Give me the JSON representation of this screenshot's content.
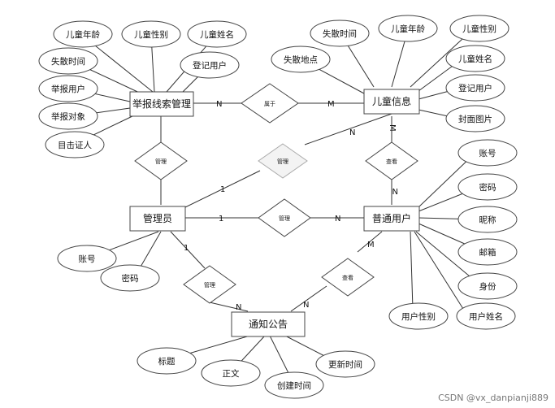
{
  "entities": {
    "report_clue": "举报线索管理",
    "child_info": "儿童信息",
    "admin": "管理员",
    "user": "普通用户",
    "notice": "通知公告"
  },
  "attributes": {
    "report_clue": [
      "儿童年龄",
      "儿童性别",
      "儿童姓名",
      "失散时间",
      "登记用户",
      "举报用户",
      "举报对象",
      "目击证人"
    ],
    "child_info": [
      "失散时间",
      "儿童年龄",
      "儿童性别",
      "失散地点",
      "儿童姓名",
      "登记用户",
      "封面图片"
    ],
    "admin": [
      "账号",
      "密码"
    ],
    "user": [
      "账号",
      "密码",
      "昵称",
      "邮箱",
      "身份",
      "用户性别",
      "用户姓名"
    ],
    "notice": [
      "标题",
      "正文",
      "创建时间",
      "更新时间"
    ]
  },
  "relationships": {
    "belongs": "属于",
    "manage_clue": "管理",
    "manage_child": "管理",
    "view_child": "查看",
    "manage_user": "管理",
    "manage_notice": "管理",
    "view_notice": "查看"
  },
  "cardinality": {
    "clue_belongs": "N",
    "belongs_child": "M",
    "child_manage": "N",
    "admin_manage_child": "1",
    "child_view": "M",
    "view_user": "N",
    "admin_user": "1",
    "user_rel": "N",
    "admin_notice": "1",
    "notice_from_admin": "N",
    "notice_from_user": "N",
    "user_notice": "M"
  },
  "watermark": "CSDN @vx_dan​pianji889"
}
